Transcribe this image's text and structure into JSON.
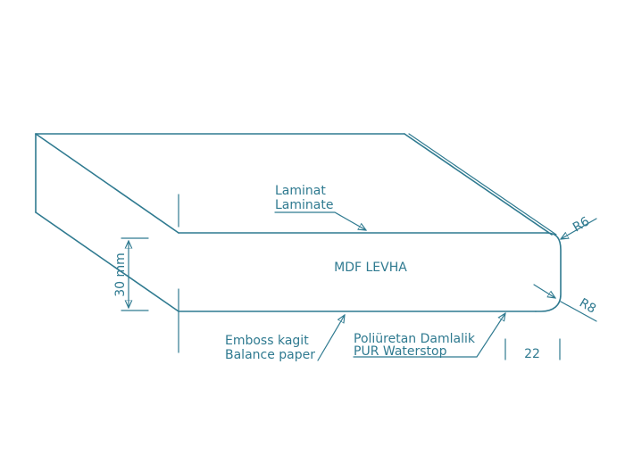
{
  "colors": {
    "line": "#2f7a90",
    "background": "#ffffff"
  },
  "labels": {
    "laminat_tr": "Laminat",
    "laminat_en": "Laminate",
    "mdf": "MDF LEVHA",
    "radius_top": "R6",
    "radius_bottom": "R8",
    "thickness": "30 mm",
    "emboss_tr": "Emboss kagit",
    "emboss_en": "Balance paper",
    "pur_tr": "Poliüretan Damlalik",
    "pur_en": "PUR Waterstop",
    "depth": "22"
  }
}
